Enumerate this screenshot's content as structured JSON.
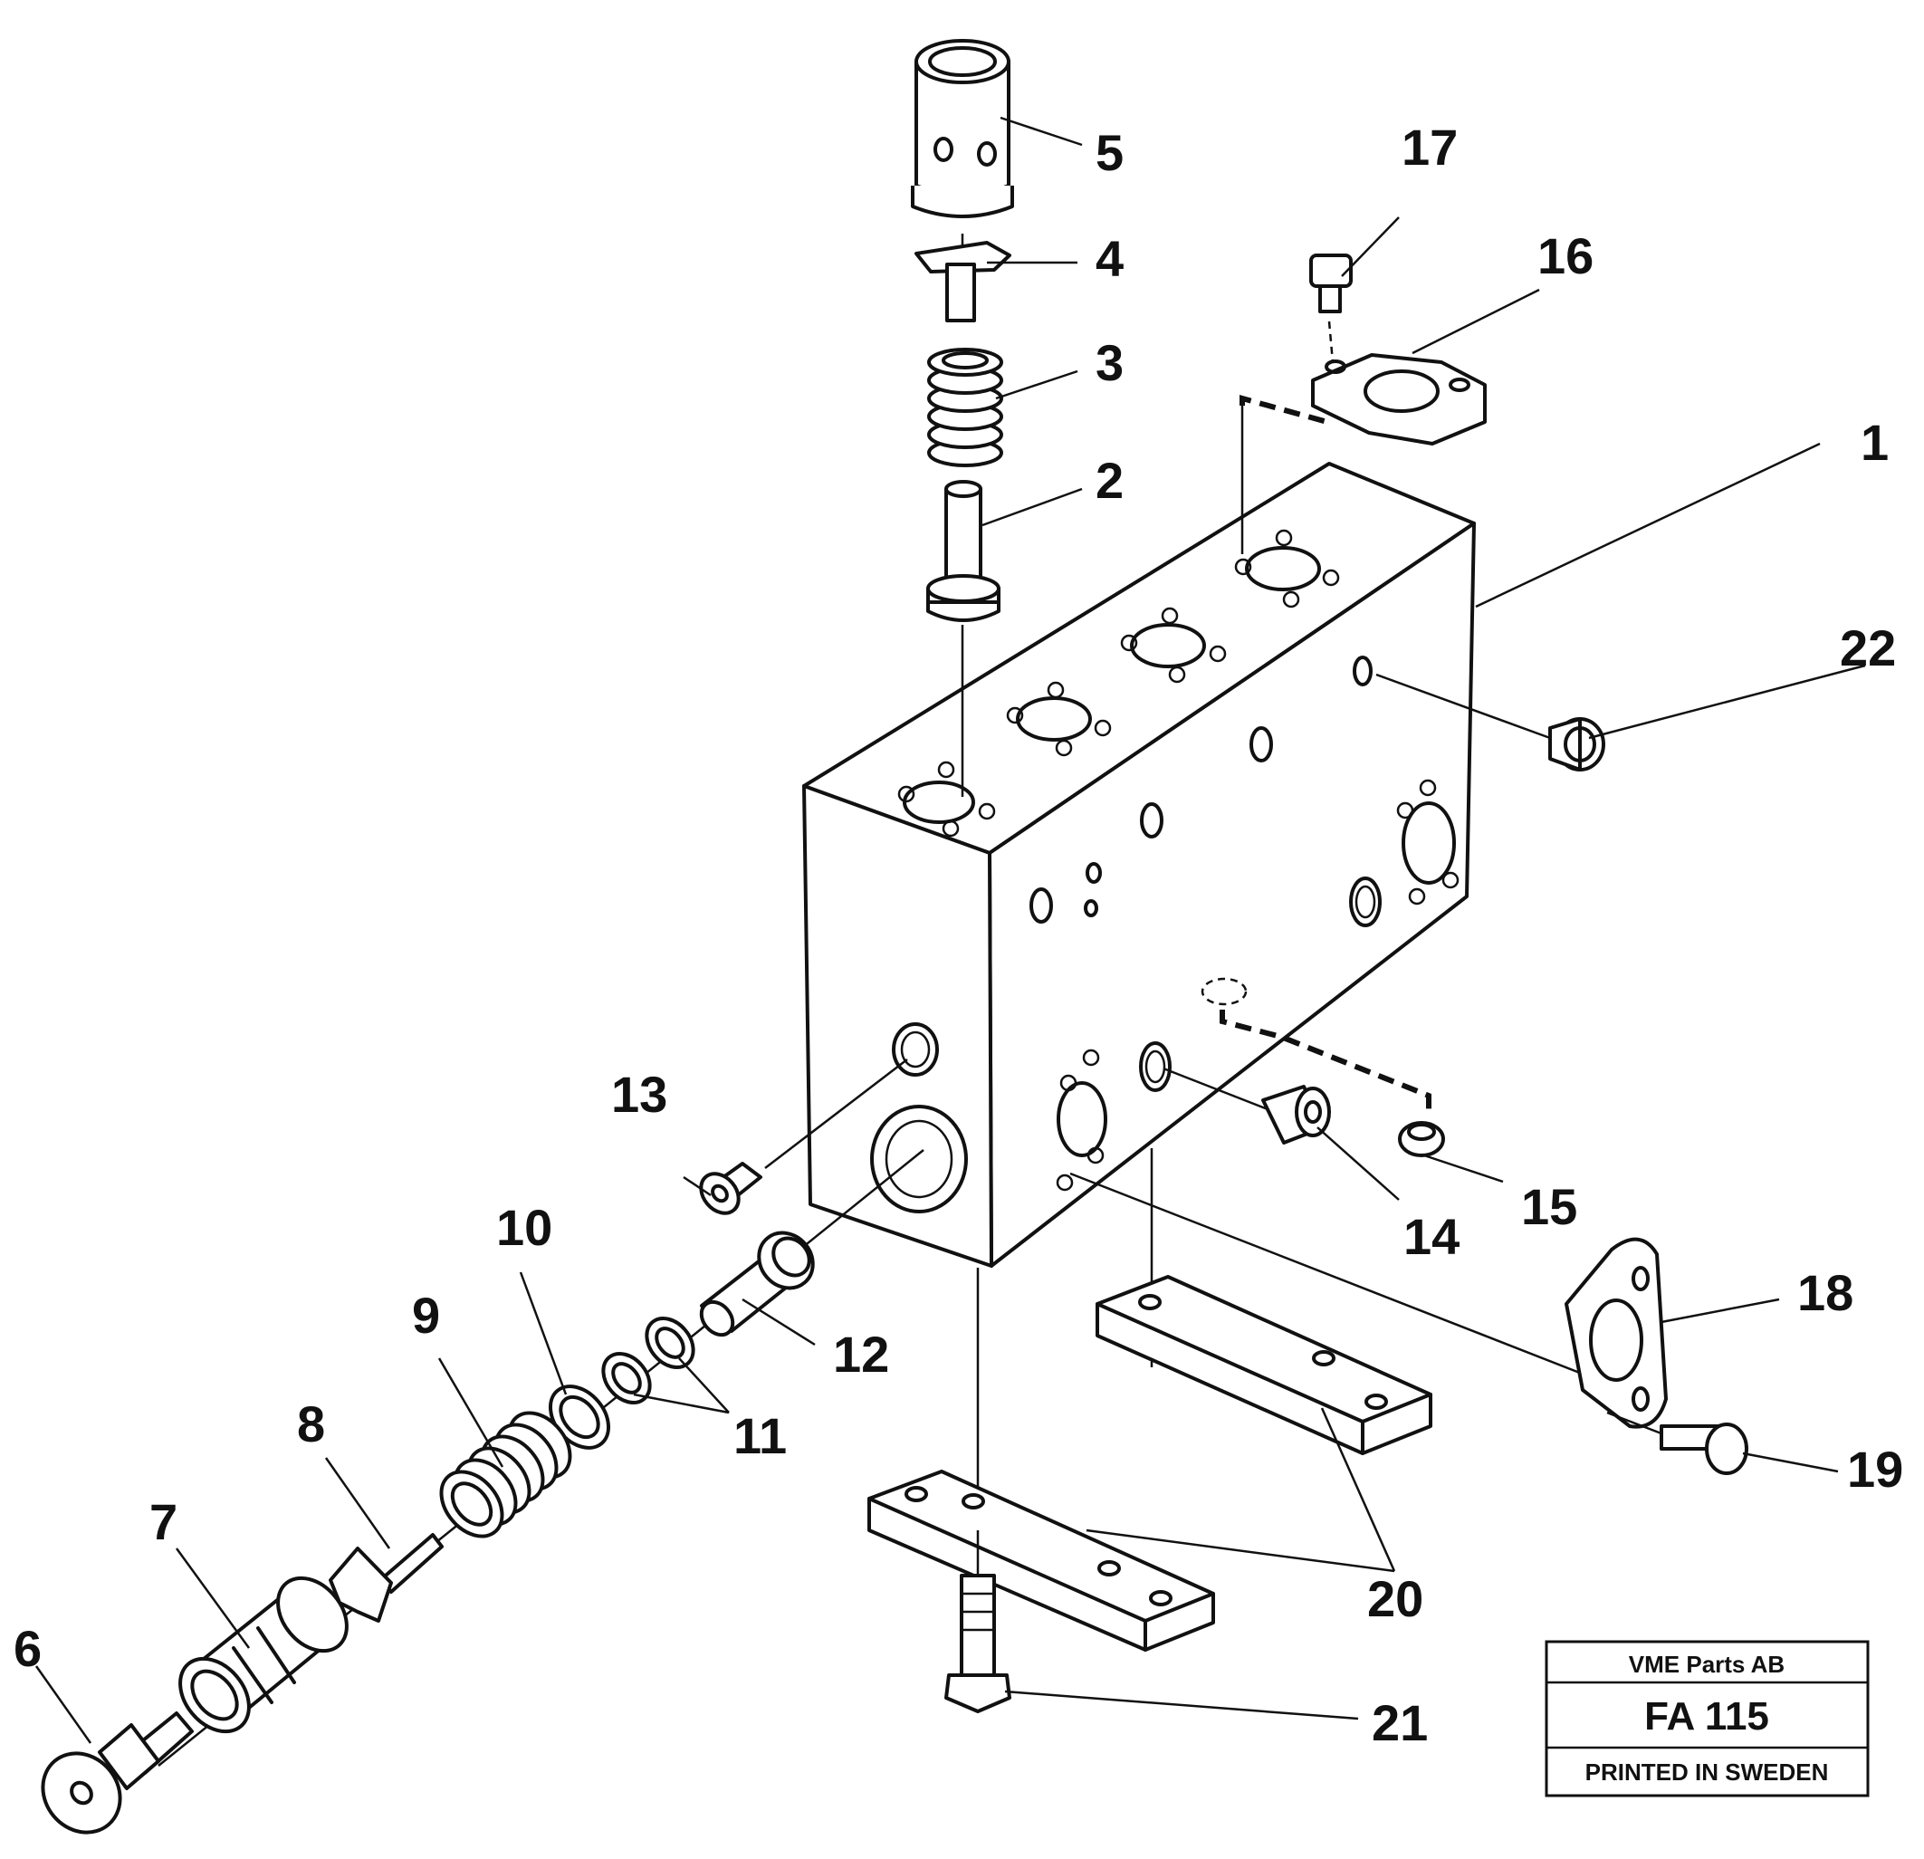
{
  "callouts": {
    "c1": "1",
    "c2": "2",
    "c3": "3",
    "c4": "4",
    "c5": "5",
    "c6": "6",
    "c7": "7",
    "c8": "8",
    "c9": "9",
    "c10": "10",
    "c11": "11",
    "c12": "12",
    "c13": "13",
    "c14": "14",
    "c15": "15",
    "c16": "16",
    "c17": "17",
    "c18": "18",
    "c19": "19",
    "c20": "20",
    "c21": "21",
    "c22": "22"
  },
  "stamp": {
    "company": "VME Parts AB",
    "code": "FA 115",
    "printed": "PRINTED IN SWEDEN"
  }
}
